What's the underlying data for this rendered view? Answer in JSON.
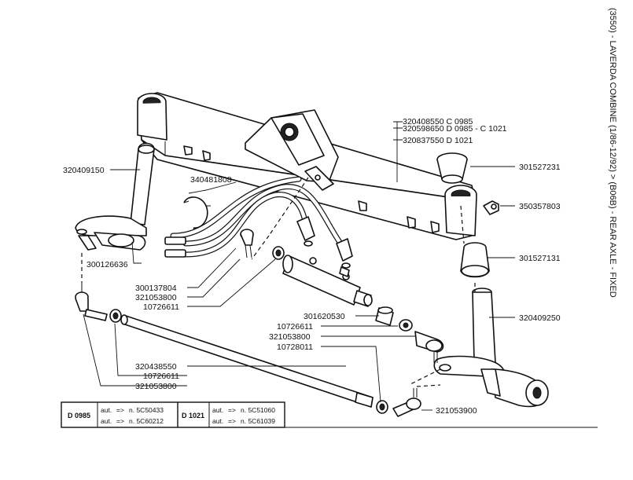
{
  "title": "(3550) - LAVERDA COMBINE (1/86-12/92) > (B06B) - REAR AXLE - FIXED",
  "callouts": {
    "axle_beam_a": "320408550 C 0985",
    "axle_beam_b": "320598650 D 0985 - C 1021",
    "axle_beam_c": "320837550 D 1021",
    "bushing_upper": "301527231",
    "grease_nipple": "350357803",
    "bushing_lower": "301527131",
    "spindle_right": "320409250",
    "spindle_left": "320409150",
    "hose_clip": "340481808",
    "hose_fitting": "300126636",
    "hose_set": "300137804",
    "ball_joint_center": "321053800",
    "nut_center": "10726611",
    "cylinder": "301620530",
    "nut_right": "10726611",
    "ball_joint_right": "321053800",
    "nut_special": "10728011",
    "tie_rod": "320438550",
    "nut_left": "10726611",
    "ball_joint_left": "321053800",
    "ball_joint_bottom": "321053900"
  },
  "table": {
    "left": {
      "code": "D 0985",
      "row1_prefix": "aut.",
      "row1_arrow": "=>",
      "row1_value": "n. 5C50433",
      "row2_prefix": "aut.",
      "row2_arrow": "=>",
      "row2_value": "n. 5C60212"
    },
    "right": {
      "code": "D 1021",
      "row1_prefix": "aut.",
      "row1_arrow": "=>",
      "row1_value": "n. 5C51060",
      "row2_prefix": "aut.",
      "row2_arrow": "=>",
      "row2_value": "n. 5C61039"
    }
  }
}
